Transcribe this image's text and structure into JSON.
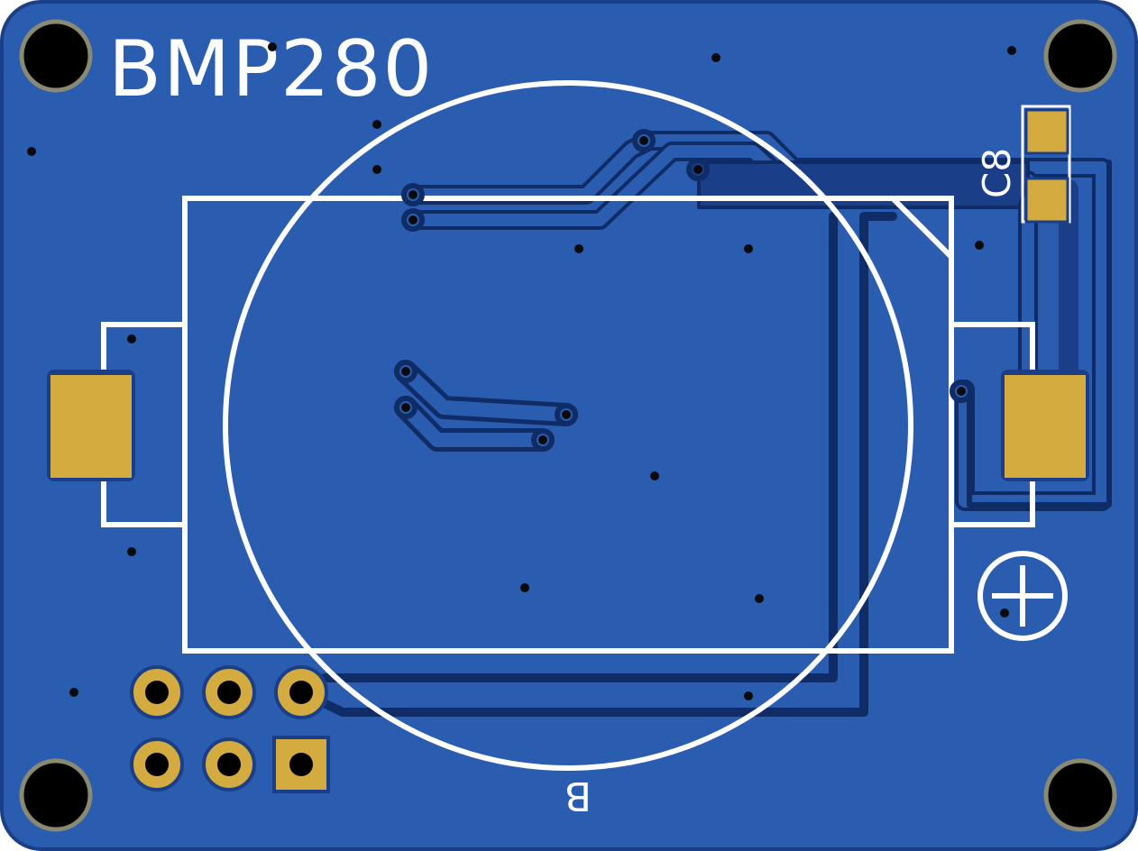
{
  "board": {
    "title": "BMP280",
    "ref_c8": "C8",
    "battery_ref": "B",
    "polarity_symbol": "+"
  },
  "colors": {
    "board": "#2a5db0",
    "board_edge": "#1b3f86",
    "trace": "#1a3f88",
    "trace_outline": "#0f2c66",
    "silkscreen": "#ffffff",
    "copper_pad": "#d4ab3e",
    "via": "#0a0a0a",
    "mounting_hole": "#000000"
  },
  "components": {
    "mounting_holes": 4,
    "header_pins": 6,
    "battery_pads": 2,
    "c8_pads": 2
  }
}
